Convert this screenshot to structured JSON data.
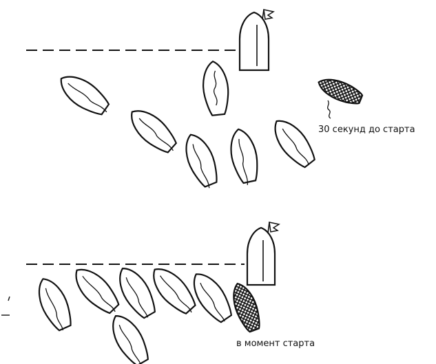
{
  "top_panel": {
    "caption": "30 секунд до старта"
  },
  "bottom_panel": {
    "caption": "в момент старта"
  },
  "colors": {
    "ink": "#111111",
    "hatch_fill": "hatched"
  }
}
